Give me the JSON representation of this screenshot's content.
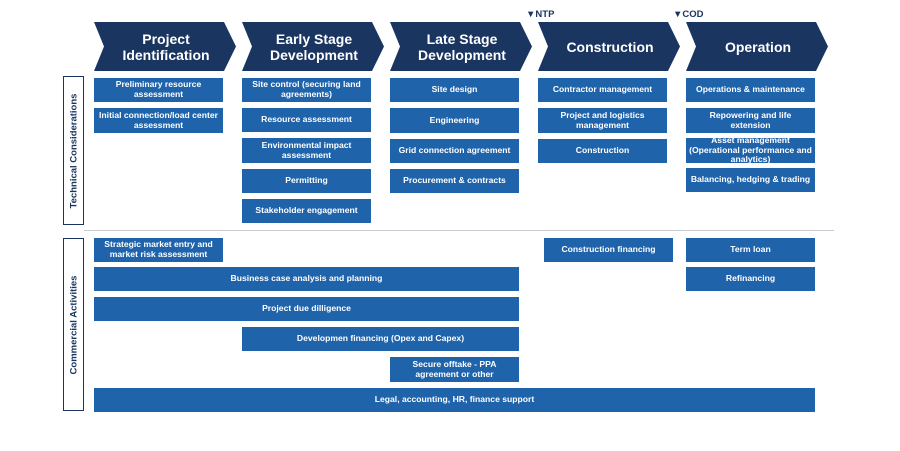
{
  "milestones": {
    "ntp": "▼NTP",
    "cod": "▼COD"
  },
  "colors": {
    "phase_fill": "#1a3560",
    "box_fill": "#1f63ab",
    "frame": "#1a3560",
    "divider": "#c8ccd2"
  },
  "phases": [
    "Project Identification",
    "Early Stage Development",
    "Late Stage Development",
    "Construction",
    "Operation"
  ],
  "sections": {
    "technical": "Technical Considerations",
    "commercial": "Commercial Activities"
  },
  "technical": {
    "identification": [
      "Preliminary resource assessment",
      "Initial connection/load center assessment"
    ],
    "early": [
      "Site control (securing land agreements)",
      "Resource assessment",
      "Environmental impact assessment",
      "Permitting",
      "Stakeholder engagement"
    ],
    "late": [
      "Site design",
      "Engineering",
      "Grid connection agreement",
      "Procurement & contracts"
    ],
    "construction": [
      "Contractor management",
      "Project and logistics management",
      "Construction"
    ],
    "operation": [
      "Operations & maintenance",
      "Repowering and life extension",
      "Asset management (Operational performance and analytics)",
      "Balancing, hedging & trading"
    ]
  },
  "commercial": {
    "market_entry": "Strategic market entry and market risk assessment",
    "business_case": "Business case analysis and planning",
    "due_diligence": "Project due dilligence",
    "dev_financing": "Developmen financing (Opex and Capex)",
    "offtake": "Secure offtake - PPA agreement or other",
    "legal": "Legal, accounting, HR, finance support",
    "construction_financing": "Construction financing",
    "term_loan": "Term loan",
    "refinancing": "Refinancing"
  }
}
